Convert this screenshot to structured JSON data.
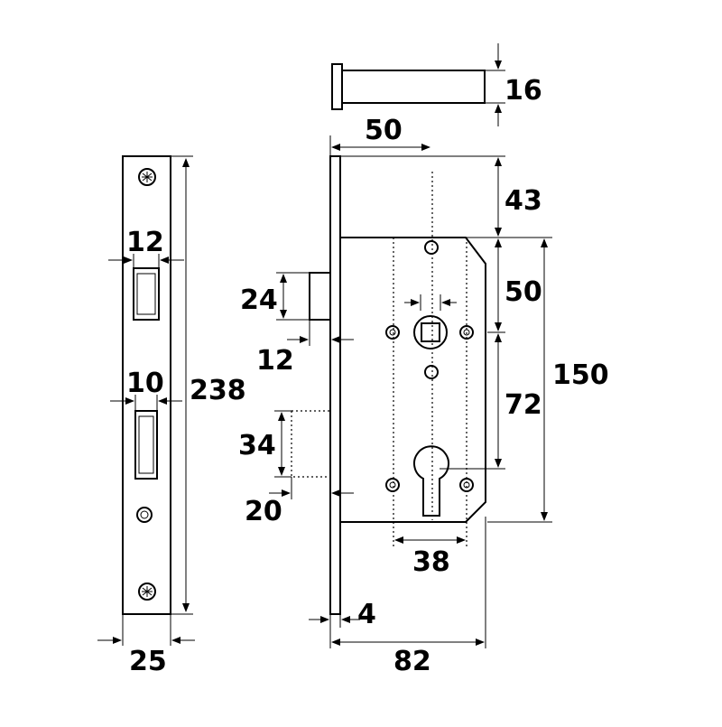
{
  "dimensions": {
    "striker_width": "12",
    "striker_latch_width": "10",
    "faceplate_length": "238",
    "faceplate_width": "25",
    "spindle_length": "16",
    "backset": "50",
    "top_offset": "43",
    "case_top_to_spindle": "50",
    "case_height": "150",
    "latch_height": "24",
    "latch_throw": "12",
    "centers": "72",
    "deadbolt_height": "34",
    "deadbolt_throw": "20",
    "fixing_spacing": "38",
    "faceplate_thickness": "4",
    "overall_depth": "82"
  },
  "colors": {
    "line": "#000000",
    "background": "#ffffff"
  }
}
